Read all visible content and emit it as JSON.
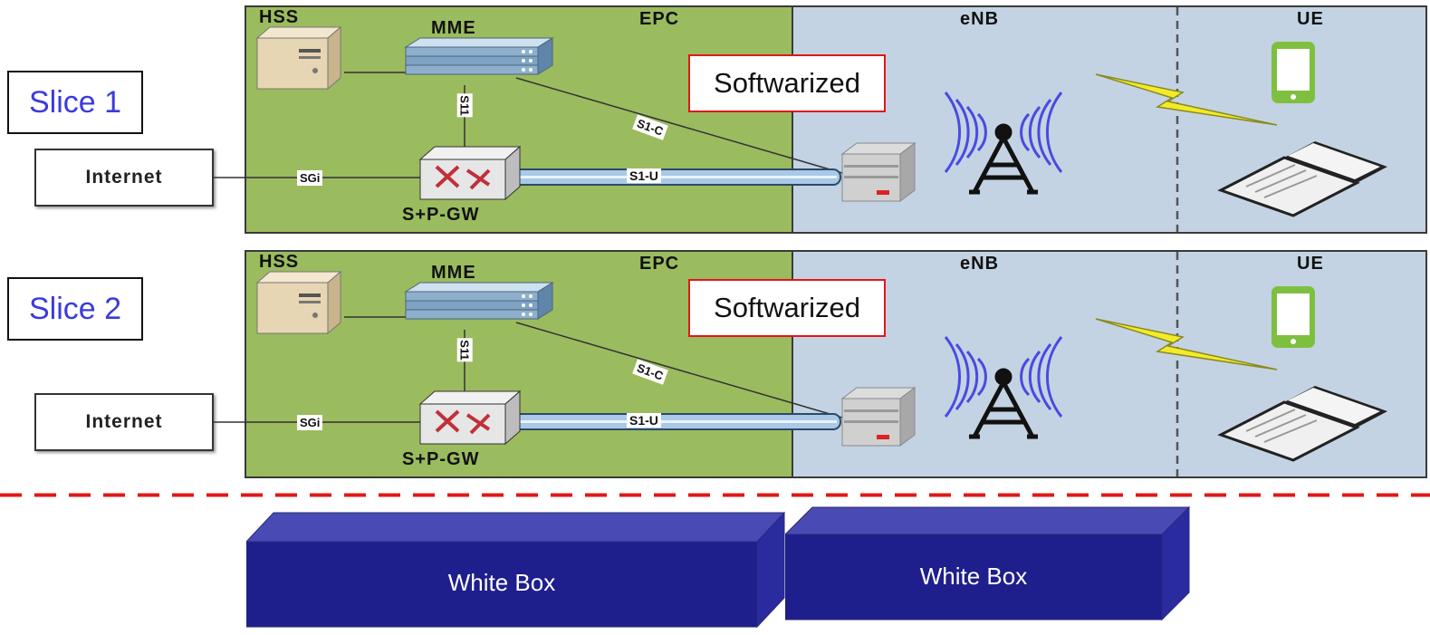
{
  "slices": [
    {
      "slice_label": "Slice 1",
      "epc_title": "EPC",
      "enb_title": "eNB",
      "ue_title": "UE",
      "hss_label": "HSS",
      "mme_label": "MME",
      "gw_label": "S+P-GW",
      "internet_label": "Internet",
      "softwarized_label": "Softwarized",
      "links": {
        "s11": "S11",
        "s1c": "S1-C",
        "s1u": "S1-U",
        "sgi": "SGi"
      }
    },
    {
      "slice_label": "Slice 2",
      "epc_title": "EPC",
      "enb_title": "eNB",
      "ue_title": "UE",
      "hss_label": "HSS",
      "mme_label": "MME",
      "gw_label": "S+P-GW",
      "internet_label": "Internet",
      "softwarized_label": "Softwarized",
      "links": {
        "s11": "S11",
        "s1c": "S1-C",
        "s1u": "S1-U",
        "sgi": "SGi"
      }
    }
  ],
  "white_boxes": [
    {
      "label": "White Box"
    },
    {
      "label": "White Box"
    }
  ],
  "colors": {
    "epc_bg": "#9bbb5f",
    "ran_bg": "#c3d3e3",
    "slice_label_text": "#3b3bdc",
    "softwarized_border": "#e01818",
    "divider": "#e01818",
    "white_box_front": "#1e1e8c",
    "white_box_top": "#4a4ab4"
  },
  "icons": [
    "server-icon",
    "server-rack-icon",
    "router-icon",
    "enb-server-icon",
    "antenna-tower-icon",
    "lightning-icon",
    "smartphone-icon",
    "laptop-icon"
  ]
}
